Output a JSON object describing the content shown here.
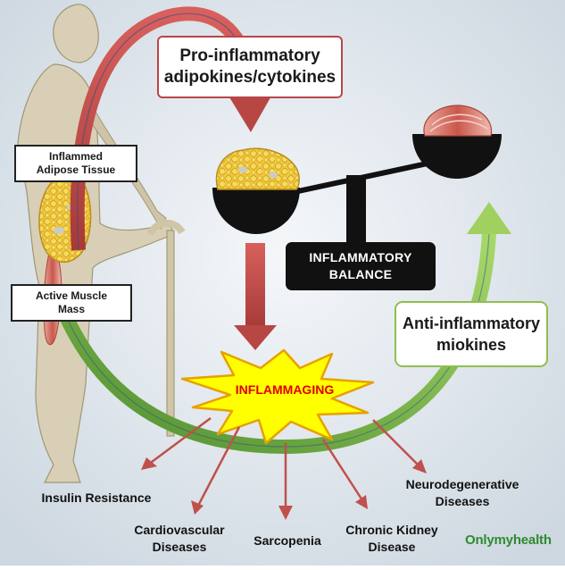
{
  "labels": {
    "pro_inflammatory": [
      "Pro-inflammatory",
      "adipokines/cytokines"
    ],
    "anti_inflammatory": [
      "Anti-inflammatory",
      "miokines"
    ],
    "inflamed_adipose": [
      "Inflammed",
      "Adipose Tissue"
    ],
    "active_muscle": [
      "Active Muscle",
      "Mass"
    ],
    "balance": [
      "INFLAMMATORY",
      "BALANCE"
    ],
    "center": "INFLAMMAGING"
  },
  "outcomes": [
    {
      "lines": [
        "Insulin Resistance"
      ]
    },
    {
      "lines": [
        "Cardiovascular",
        "Diseases"
      ]
    },
    {
      "lines": [
        "Sarcopenia"
      ]
    },
    {
      "lines": [
        "Chronic Kidney",
        "Disease"
      ]
    },
    {
      "lines": [
        "Neurodegenerative",
        "Diseases"
      ]
    }
  ],
  "brand": "Onlymyhealth",
  "colors": {
    "background": "#dfe7ee",
    "pro_arrow": "#c0504d",
    "anti_arrow": "#8cc04e",
    "star_fill": "#ffff00",
    "star_stroke": "#e8a000",
    "inflammaging_text": "#e00000",
    "balance_box": "#111111",
    "adipose_fat": "#f0c83a",
    "brand": "#2f8a2f"
  }
}
